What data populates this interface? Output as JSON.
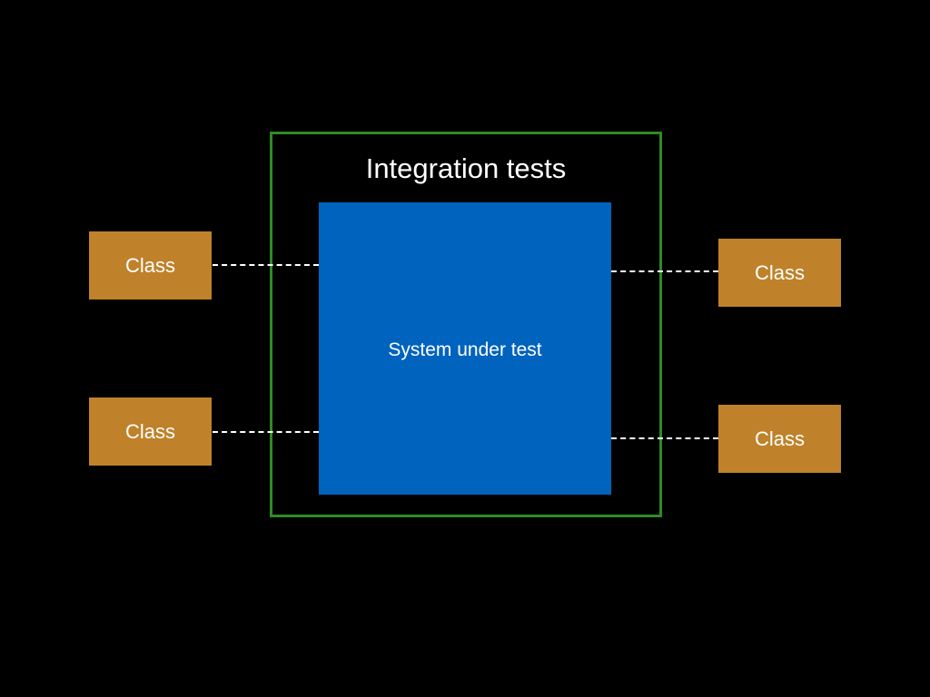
{
  "diagram": {
    "boundary": {
      "title": "Integration tests",
      "border_color": "#2f8a26"
    },
    "system": {
      "label": "System under test",
      "color": "#0063be"
    },
    "classes": [
      {
        "label": "Class",
        "side": "left"
      },
      {
        "label": "Class",
        "side": "left"
      },
      {
        "label": "Class",
        "side": "right"
      },
      {
        "label": "Class",
        "side": "right"
      }
    ],
    "class_color": "#bf822a",
    "connector_style": "dashed-white"
  }
}
